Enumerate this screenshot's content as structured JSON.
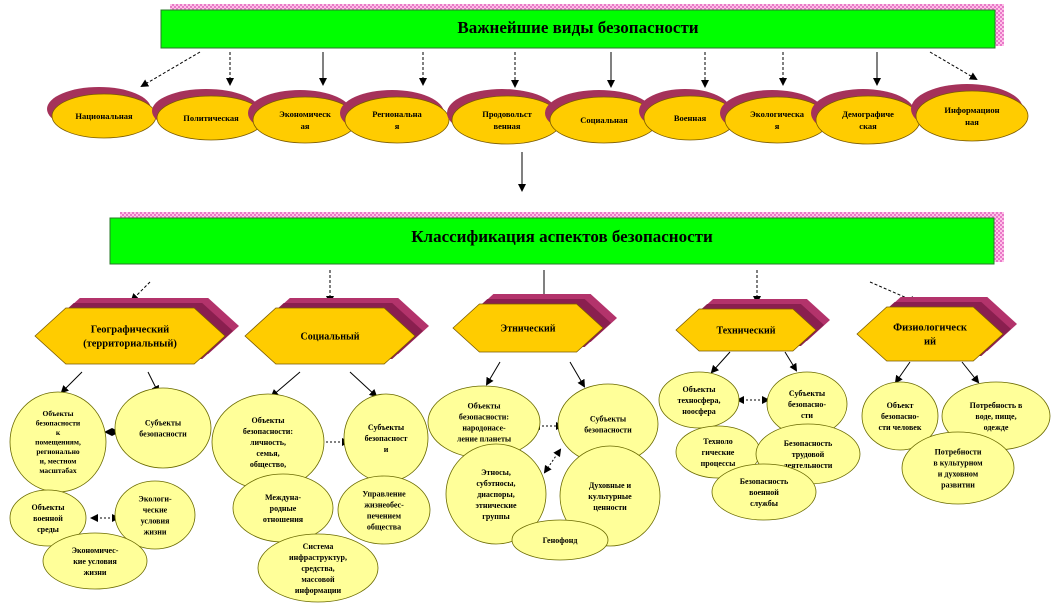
{
  "top_banner": {
    "title": "Важнейшие виды безопасности"
  },
  "security_types": [
    [
      "Национальная"
    ],
    [
      "Политическая"
    ],
    [
      "Экономическ",
      "ая"
    ],
    [
      "Региональна",
      "я"
    ],
    [
      "Продовольст",
      "венная"
    ],
    [
      "Социальная"
    ],
    [
      "Военная"
    ],
    [
      "Экологическа",
      "я"
    ],
    [
      "Демографиче",
      "ская"
    ],
    [
      "Информацион",
      "ная"
    ]
  ],
  "second_banner": {
    "title": "Классификация аспектов безопасности"
  },
  "aspects": [
    [
      "Географический",
      "(территориальный)"
    ],
    [
      "Социальный"
    ],
    [
      "Этнический"
    ],
    [
      "Технический"
    ],
    [
      "Физиологическ",
      "ий"
    ]
  ],
  "circles": {
    "geo": [
      [
        "Объекты",
        "безопасности",
        "к",
        "помещениям,",
        "регионально",
        "и, местном",
        "масштабах"
      ],
      [
        "Субъекты",
        "безопасности"
      ],
      [
        "Объекты",
        "военной",
        "среды"
      ],
      [
        "Экологи-",
        "ческие",
        "условия",
        "жизни"
      ],
      [
        "Экономичес-",
        "кие условия",
        "жизни"
      ]
    ],
    "social": [
      [
        "Объекты",
        "безопасности:",
        "личность,",
        "семья,",
        "общество,"
      ],
      [
        "Субъекты",
        "безопасност",
        "и"
      ],
      [
        "Междуна-",
        "родные",
        "отношения"
      ],
      [
        "Управление",
        "жизнеобес-",
        "печением",
        "общества"
      ],
      [
        "Система",
        "инфраструктур,",
        "средства,",
        "массовой",
        "информации"
      ]
    ],
    "ethnic": [
      [
        "Объекты",
        "безопасности:",
        "народонасе-",
        "ление планеты"
      ],
      [
        "Субъекты",
        "безопасности"
      ],
      [
        "Этносы,",
        "субэтносы,",
        "диаспоры,",
        "этнические",
        "группы"
      ],
      [
        "Духовные  и",
        "культурные",
        "ценности"
      ],
      [
        "Генофонд"
      ]
    ],
    "tech": [
      [
        "Объекты",
        "техносфера,",
        "ноосфера"
      ],
      [
        "Субъекты",
        "безопасно-",
        "сти"
      ],
      [
        "Техноло",
        "гические",
        "процессы"
      ],
      [
        "Безопасность",
        "трудовой",
        "деятельности"
      ],
      [
        "Безопасность",
        "военной",
        "службы"
      ]
    ],
    "physio": [
      [
        "Объект",
        "безопасно-",
        "сти  человек"
      ],
      [
        "Потребность в",
        "воде, пище,",
        "одежде"
      ],
      [
        "Потребности",
        "в культурном",
        "и духовном",
        "развитии"
      ]
    ]
  }
}
